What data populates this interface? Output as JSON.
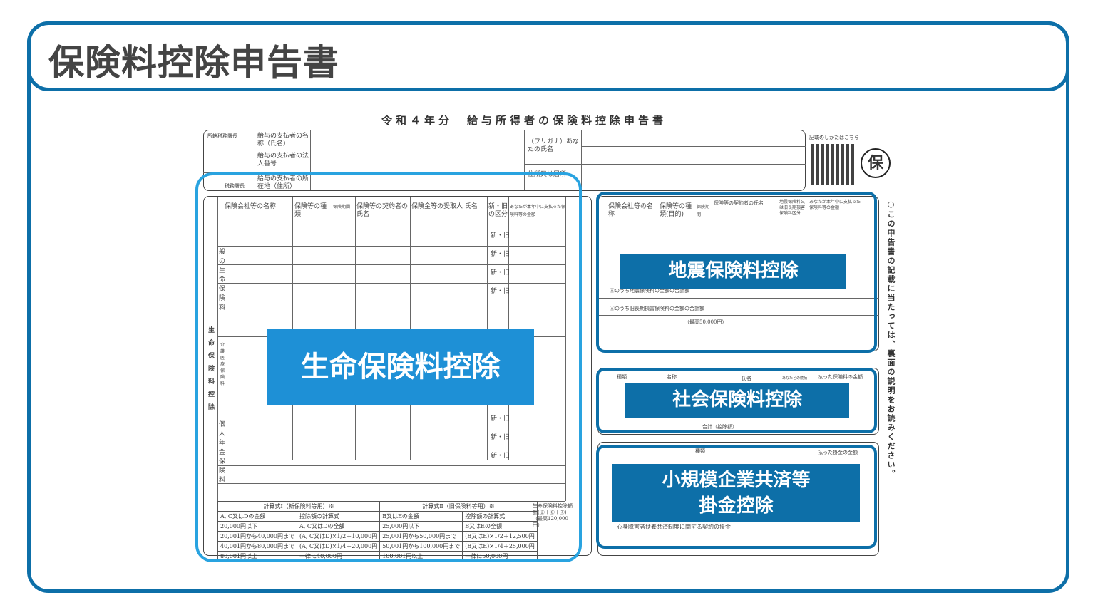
{
  "slide": {
    "title": "保険料控除申告書"
  },
  "form": {
    "title": "令和４年分　給与所得者の保険料控除申告書",
    "header": {
      "office": "所轄税務署長",
      "office2": "税務署長",
      "payer_name": "給与の支払者の名称（氏名）",
      "payer_number": "給与の支払者の法人番号",
      "payer_address": "給与の支払者の所在地（住所）",
      "furigana": "（フリガナ）あなたの氏名",
      "residence": "住所又は居所",
      "qr_label": "記載のしかたはこちら",
      "stamp": "保"
    },
    "life_cols": [
      "保険会社等の名称",
      "保険等の種類",
      "保険期間",
      "保険等の契約者の氏名",
      "保険金等の受取人 氏名",
      "新・旧の区分",
      "あなたが本年中に支払った保険料等の金額"
    ],
    "life_side": [
      "一般の生命保険料",
      "介護医療保険料",
      "個人年金保険料",
      "生命保険料控除"
    ],
    "new_old": "新・旧",
    "calc1_title": "計算式Ⅰ（新保険料等用）※",
    "calc2_title": "計算式Ⅱ（旧保険料等用）※",
    "calc_headers": [
      "A, C又はDの金額",
      "控除額の計算式",
      "B又はEの金額",
      "控除額の計算式"
    ],
    "calc_rows": [
      [
        "20,000円以下",
        "A, C又はDの全額",
        "25,000円以下",
        "B又はEの全額"
      ],
      [
        "20,001円から40,000円まで",
        "(A, C又はD)×1/2＋10,000円",
        "25,001円から50,000円まで",
        "(B又はE)×1/2＋12,500円"
      ],
      [
        "40,001円から80,000円まで",
        "(A, C又はD)×1/4＋20,000円",
        "50,001円から100,000円まで",
        "(B又はE)×1/4＋25,000円"
      ],
      [
        "80,001円以上",
        "一律に40,000円",
        "100,001円以上",
        "一律に50,000円"
      ]
    ],
    "life_total": "生命保険料控除額 計(②＋⑥＋⑦)（最高120,000円）",
    "eq_cols": [
      "保険会社等の名称",
      "保険等の種類(目的)",
      "保険期間",
      "保険等の契約者の氏名",
      "地震保険料又は旧長期損害保険料区分",
      "あなたが本年中に支払った保険料等の金額"
    ],
    "eq_rows": [
      "Ⓐのうち地震保険料の金額の合計額",
      "Ⓐのうち旧長期損害保険料の金額の合計額"
    ],
    "eq_max": "（最高50,000円）",
    "social_cols": [
      "種類",
      "名称",
      "氏名",
      "あなたとの続柄",
      "払った保険料の金額"
    ],
    "social_total": "合計（控除額）",
    "small_cols": [
      "種類",
      "払った掛金の金額"
    ],
    "small_row": "心身障害者扶養共済制度に関する契約の掛金",
    "note": "○この申告書の記載に当たっては、裏面の説明をお読みください。"
  },
  "callouts": {
    "life": "生命保険料控除",
    "earthquake": "地震保険料控除",
    "social": "社会保険料控除",
    "small_biz_1": "小規模企業共済等",
    "small_biz_2": "掛金控除"
  },
  "colors": {
    "frame": "#0d6fa8",
    "life_ring": "#29a3e0",
    "life_label": "#1e90d6",
    "other_label": "#0d6fa8"
  }
}
